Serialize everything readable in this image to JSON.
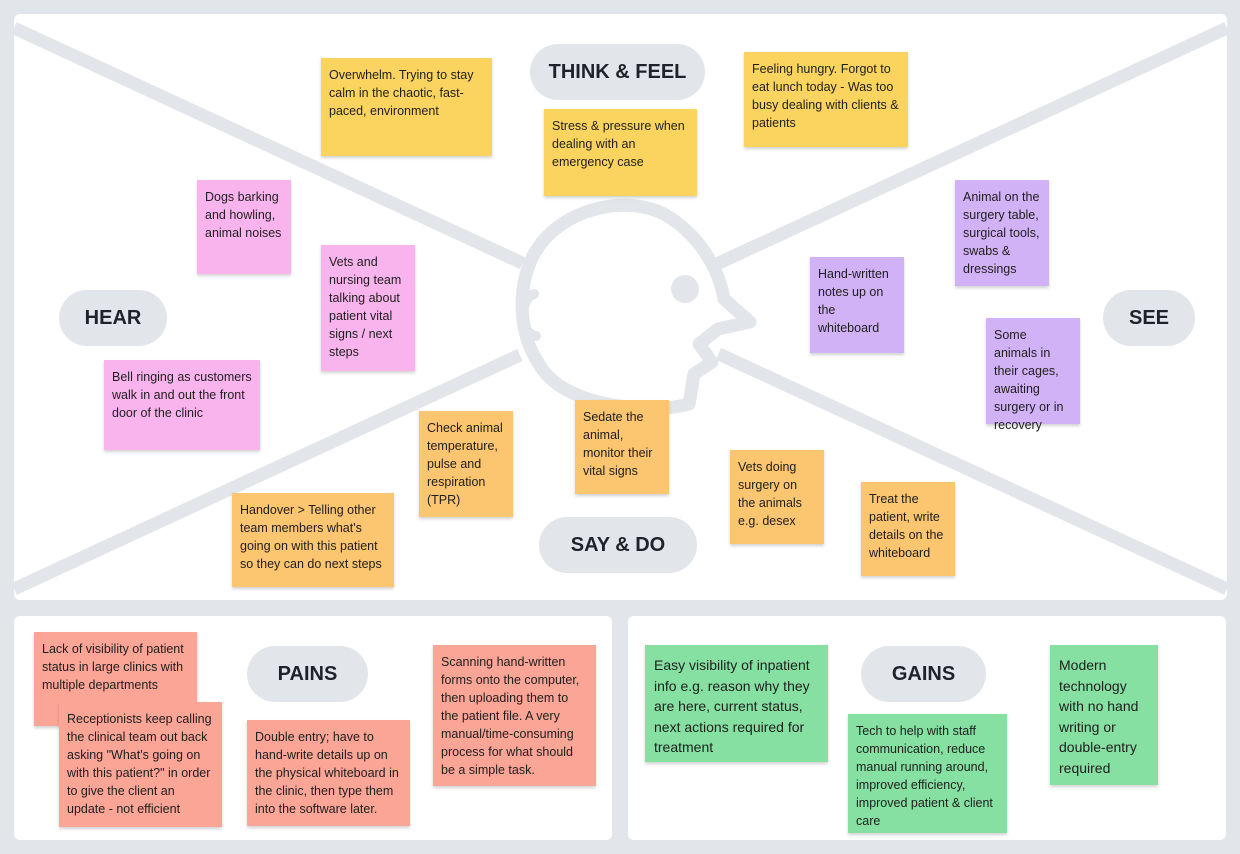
{
  "quadrants": {
    "think_feel": "THINK & FEEL",
    "hear": "HEAR",
    "see": "SEE",
    "say_do": "SAY & DO"
  },
  "pains_title": "PAINS",
  "gains_title": "GAINS",
  "colors": {
    "yellow": "#fbd460",
    "pink": "#f9b4ee",
    "purple": "#d2b2f6",
    "orange": "#fcc570",
    "red": "#fba597",
    "green": "#86e0a2",
    "lines": "#e2e5ea"
  },
  "think_feel_notes": [
    "Overwhelm. Trying to stay calm in the chaotic, fast-paced, environment",
    "Stress & pressure when dealing with an emergency case",
    "Feeling hungry. Forgot to eat lunch today - Was too busy dealing with clients & patients"
  ],
  "hear_notes": [
    "Dogs barking and howling, animal noises",
    "Vets and nursing team talking about patient vital signs / next steps",
    "Bell ringing as customers walk in and out the front door of the clinic"
  ],
  "see_notes": [
    "Animal on the surgery table, surgical tools, swabs & dressings",
    "Hand-written notes up on the whiteboard",
    "Some animals in their cages, awaiting surgery or in recovery"
  ],
  "say_do_notes": [
    "Check animal temperature, pulse and respiration (TPR)",
    "Sedate the animal, monitor their vital signs",
    "Handover > Telling other team members what's going on with this patient so they can do next steps",
    "Vets doing surgery on the animals e.g. desex",
    "Treat the patient, write details on the whiteboard"
  ],
  "pains_notes": [
    "Lack of visibility of patient status in large clinics with multiple departments",
    "Receptionists keep calling the clinical team out back asking \"What's going on with this patient?\" in order to give the client an update - not efficient",
    "Double entry; have to hand-write details up on the physical whiteboard in the clinic, then type them into the software later.",
    "Scanning hand-written forms onto the computer, then uploading them to the patient file. A very manual/time-consuming process for what should be a simple task."
  ],
  "gains_notes": [
    "Easy visibility of inpatient info e.g. reason why they are here, current status, next actions required for treatment",
    "Tech to help with staff communication, reduce manual running around, improved efficiency, improved patient & client care",
    "Modern technology with no hand writing or double-entry required"
  ]
}
